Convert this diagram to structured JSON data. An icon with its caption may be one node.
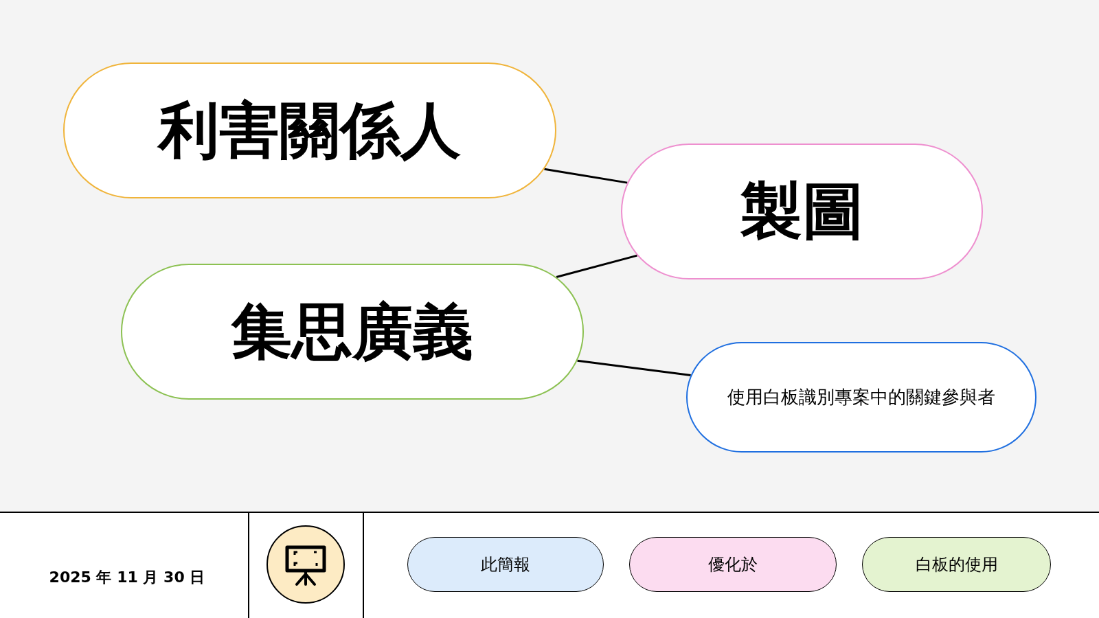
{
  "diagram": {
    "nodes": [
      {
        "text": [
          "利害關係人"
        ]
      },
      {
        "text": [
          "製圖"
        ]
      },
      {
        "text": [
          "集思廣義"
        ]
      },
      {
        "text": [
          "使用白板識別專案中的關鍵參與者"
        ]
      },
      {
        "text": [
          "此簡報"
        ]
      },
      {
        "text": [
          "優化於"
        ]
      },
      {
        "text": [
          "白板的使用"
        ]
      }
    ],
    "edges": [
      {
        "from": 0,
        "to": 1,
        "arrow": "none"
      },
      {
        "from": 1,
        "to": 2,
        "arrow": "none"
      },
      {
        "from": 2,
        "to": 3,
        "arrow": "none"
      }
    ],
    "labels": [
      "2025 年 11 月 30 日"
    ]
  }
}
